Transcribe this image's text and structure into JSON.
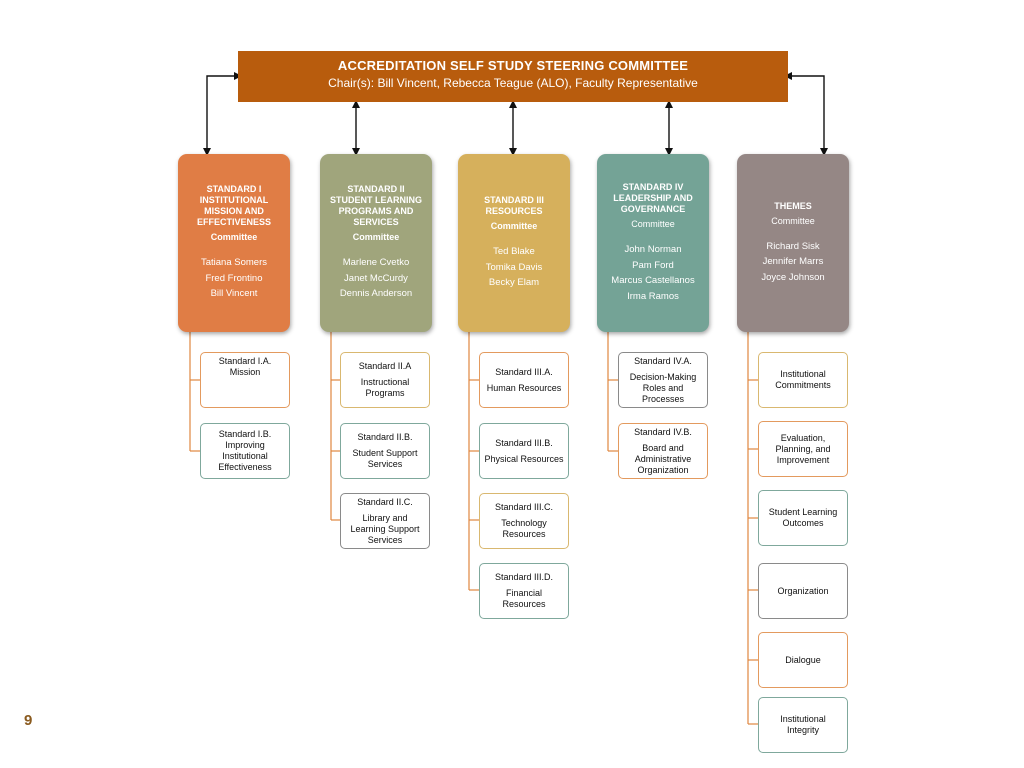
{
  "header": {
    "title": "ACCREDITATION SELF STUDY STEERING COMMITTEE",
    "chairs": "Chair(s): Bill Vincent, Rebecca Teague (ALO), Faculty Representative"
  },
  "colors": {
    "header": "#b85c0d",
    "standard_i": "#e07d45",
    "standard_ii": "#a0a57c",
    "standard_iii": "#d6b05c",
    "standard_iv": "#74a396",
    "themes": "#958785",
    "border_orange": "#e39a5e",
    "border_teal": "#7fa89c",
    "border_gold": "#d9b870",
    "border_gray": "#8a8a8a",
    "page_number": "#8a5a1e"
  },
  "committees": [
    {
      "title": "STANDARD I\nINSTITUTIONAL\nMISSION AND\nEFFECTIVENESS",
      "committee": "Committee",
      "members": "Tatiana Somers\nFred Frontino\nBill Vincent",
      "subs": [
        {
          "head": "Standard I.A.",
          "desc": "Mission"
        },
        {
          "head": "Standard I.B.",
          "desc": "Improving\nInstitutional\nEffectiveness"
        }
      ]
    },
    {
      "title": "STANDARD II\nSTUDENT LEARNING\nPROGRAMS AND\nSERVICES",
      "committee": "Committee",
      "members": "Marlene Cvetko\nJanet McCurdy\nDennis Anderson",
      "subs": [
        {
          "head": "Standard II.A",
          "desc": "Instructional\nPrograms"
        },
        {
          "head": "Standard II.B.",
          "desc": "Student Support\nServices"
        },
        {
          "head": "Standard II.C.",
          "desc": "Library and\nLearning Support\nServices"
        }
      ]
    },
    {
      "title": "STANDARD III\nRESOURCES",
      "committee": "Committee",
      "members": "Ted Blake\nTomika Davis\nBecky Elam",
      "subs": [
        {
          "head": "Standard III.A.",
          "desc": "Human Resources"
        },
        {
          "head": "Standard III.B.",
          "desc": "Physical Resources"
        },
        {
          "head": "Standard III.C.",
          "desc": "Technology\nResources"
        },
        {
          "head": "Standard III.D.",
          "desc": "Financial\nResources"
        }
      ]
    },
    {
      "title": "STANDARD IV\nLEADERSHIP AND\nGOVERNANCE",
      "committee": "Committee",
      "members": "John Norman\nPam Ford\nMarcus Castellanos\nIrma Ramos",
      "subs": [
        {
          "head": "Standard IV.A.",
          "desc": "Decision-Making\nRoles and\nProcesses"
        },
        {
          "head": "Standard IV.B.",
          "desc": "Board and\nAdministrative\nOrganization"
        }
      ]
    },
    {
      "title": "THEMES",
      "committee": "Committee",
      "members": "Richard Sisk\nJennifer Marrs\nJoyce Johnson",
      "subs": [
        {
          "head": "",
          "desc": "Institutional\nCommitments"
        },
        {
          "head": "",
          "desc": "Evaluation,\nPlanning, and\nImprovement"
        },
        {
          "head": "",
          "desc": "Student Learning\nOutcomes"
        },
        {
          "head": "",
          "desc": "Organization"
        },
        {
          "head": "",
          "desc": "Dialogue"
        },
        {
          "head": "",
          "desc": "Institutional\nIntegrity"
        }
      ]
    }
  ],
  "page_number": "9"
}
